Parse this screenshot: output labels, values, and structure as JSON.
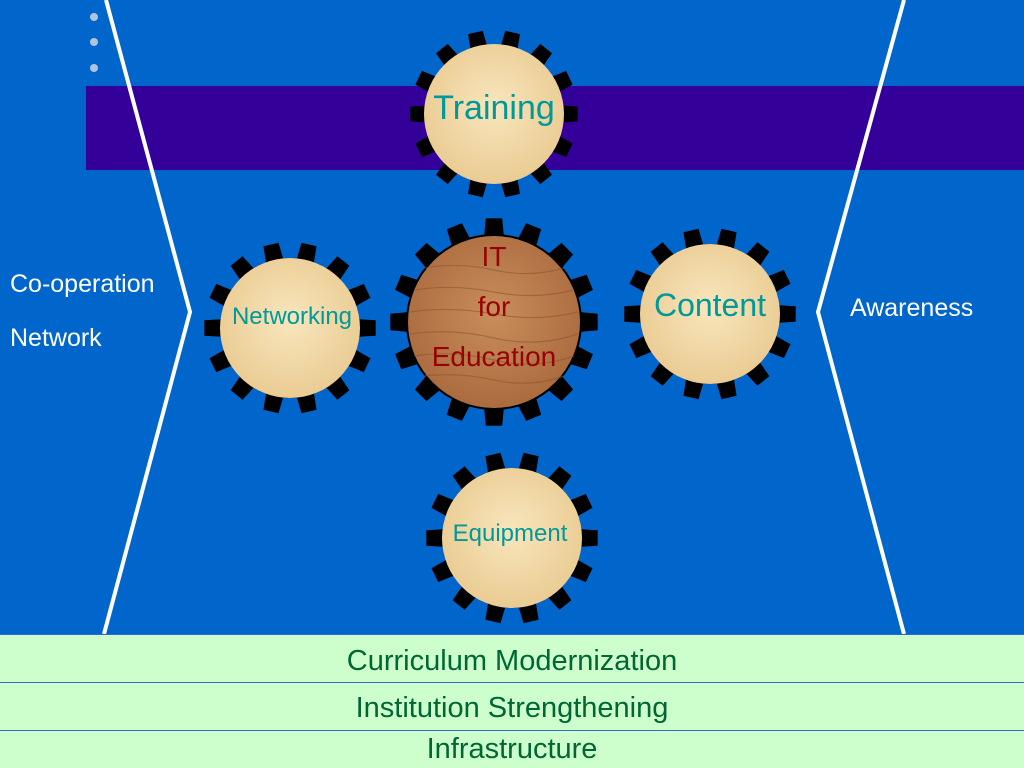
{
  "left_labels": [
    "Co-operation",
    "Network"
  ],
  "right_labels": [
    "Awareness"
  ],
  "center": {
    "lines": [
      "IT",
      "for",
      "Education"
    ]
  },
  "gears": {
    "training": "Training",
    "networking": "Networking",
    "content": "Content",
    "equipment": "Equipment"
  },
  "bottom_bars": [
    "Curriculum Modernization",
    "Institution Strengthening",
    "Infrastructure"
  ],
  "colors": {
    "background": "#0066cc",
    "band": "#330099",
    "gear_body": "#000000",
    "gear_face": "#f3d9a4",
    "center_face": "#b8784a",
    "gear_text": "#009999",
    "center_text": "#990000",
    "bar_fill": "#ccffcc",
    "bar_text": "#006633"
  }
}
